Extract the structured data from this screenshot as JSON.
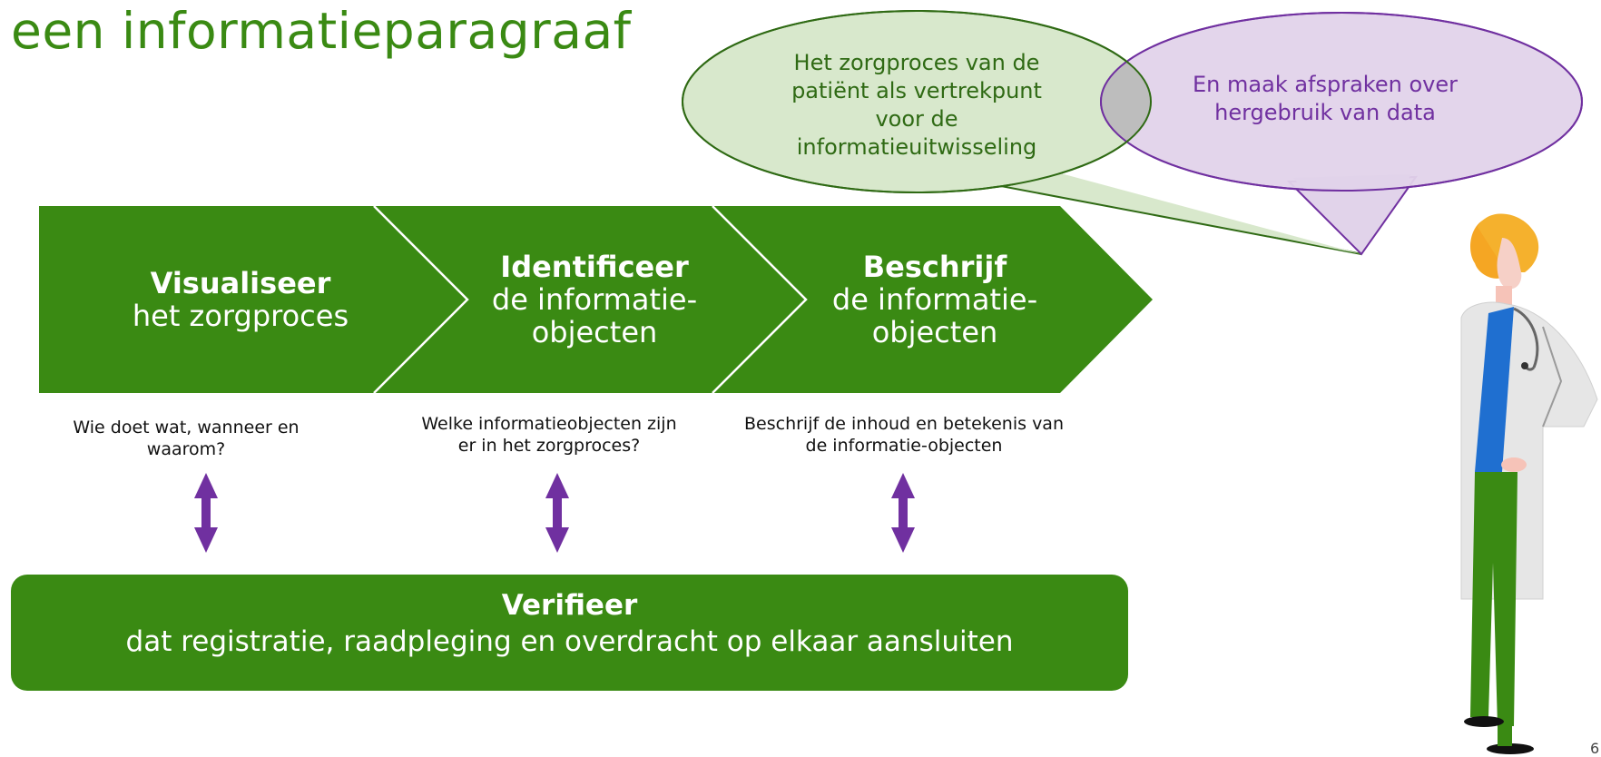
{
  "title": "een informatieparagraaf",
  "steps": [
    {
      "bold": "Visualiseer",
      "sub": "het zorgproces",
      "question": "Wie doet wat, wanneer en waarom?"
    },
    {
      "bold": "Identificeer",
      "sub": "de informatie-objecten",
      "question": "Welke informatieobjecten zijn er in het zorgproces?"
    },
    {
      "bold": "Beschrijf",
      "sub": "de informatie-objecten",
      "question": "Beschrijf de inhoud en betekenis van de informatie-objecten"
    }
  ],
  "verify": {
    "bold": "Verifieer",
    "sub": "dat registratie, raadpleging en overdracht op elkaar aansluiten"
  },
  "bubbles": {
    "green": "Het zorgproces van de patiënt als vertrekpunt voor de informatieuitwisseling",
    "purple": "En maak afspraken over hergebruik van data"
  },
  "page_number": "6",
  "colors": {
    "green": "#3a8a13",
    "purple": "#7030a0",
    "bubble_green_fill": "#d8e8cc",
    "bubble_purple_fill": "#e1d3ea"
  },
  "icons": [
    "double-arrow-icon",
    "doctor-illustration"
  ]
}
